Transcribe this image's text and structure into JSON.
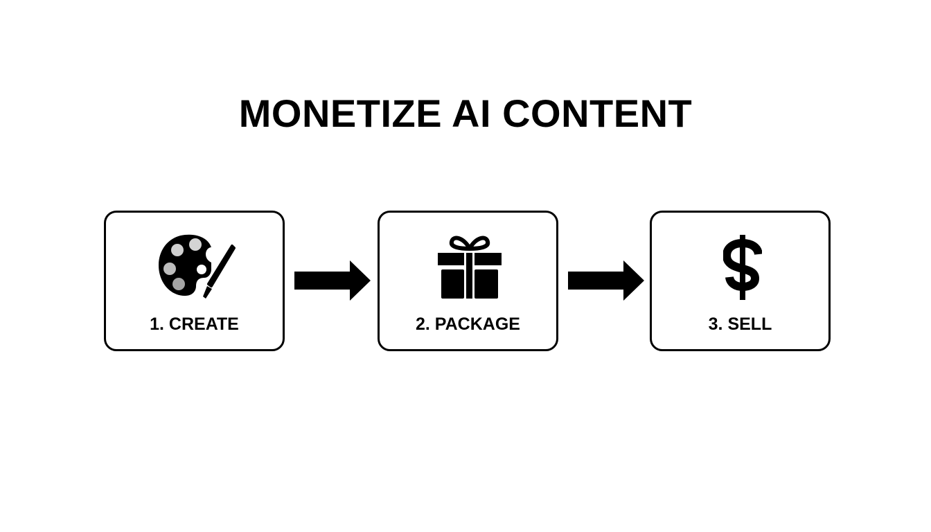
{
  "title": "MONETIZE AI CONTENT",
  "steps": [
    {
      "number": 1,
      "label": "1. CREATE",
      "icon": "palette-icon"
    },
    {
      "number": 2,
      "label": "2. PACKAGE",
      "icon": "gift-icon"
    },
    {
      "number": 3,
      "label": "3. SELL",
      "icon": "dollar-icon"
    }
  ],
  "connectors": [
    {
      "from": 1,
      "to": 2,
      "icon": "arrow-right-icon"
    },
    {
      "from": 2,
      "to": 3,
      "icon": "arrow-right-icon"
    }
  ],
  "colors": {
    "background": "#ffffff",
    "foreground": "#000000",
    "palette_swatches": [
      "#d0d0d0",
      "#d4d4d4",
      "#bdbdbd",
      "#a5a5a5",
      "#ffffff"
    ]
  }
}
